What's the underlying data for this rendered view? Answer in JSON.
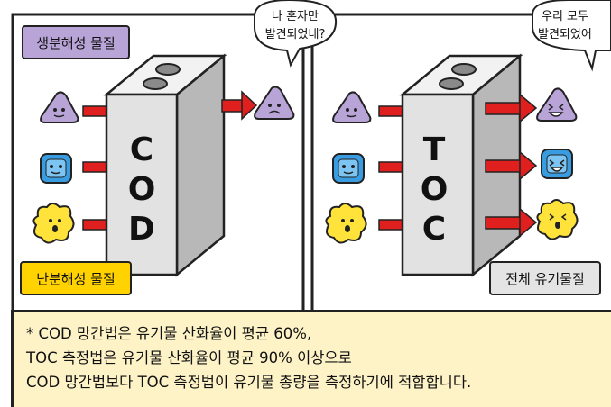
{
  "labels": {
    "biodegradable": "생분해성 물질",
    "non_biodegradable": "난분해성 물질",
    "total_organic": "전체 유기물질"
  },
  "bubbles": {
    "left_line1": "나 혼자만",
    "left_line2": "발견되었네?",
    "right_line1": "우리 모두",
    "right_line2": "발견되었어"
  },
  "machines": {
    "left_letters": [
      "C",
      "O",
      "D"
    ],
    "right_letters": [
      "T",
      "O",
      "C"
    ]
  },
  "caption": {
    "line1": "* COD 망간법은 유기물 산화율이 평균 60%,",
    "line2": "TOC 측정법은 유기물 산화율이 평균 90% 이상으로",
    "line3": "COD 망간법보다 TOC 측정법이 유기물 총량을 측정하기에 적합합니다."
  },
  "colors": {
    "purple": "#b9a4d8",
    "blue": "#3a9ce0",
    "yellow": "#ffe23a",
    "red_arrow": "#e0201e",
    "label_purple": "#b9a4d8",
    "label_yellow": "#ffd200",
    "label_gray": "#e4e4e4",
    "caption_bg": "#fdf3c7"
  }
}
